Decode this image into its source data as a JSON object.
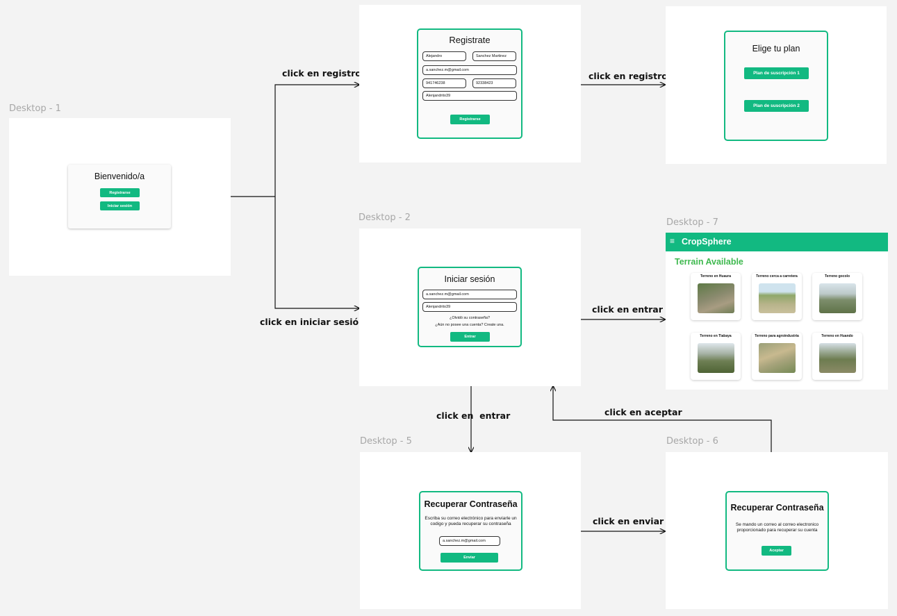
{
  "frames": {
    "d1": {
      "label": "Desktop - 1",
      "title": "Bienvenido/a",
      "btn_register": "Registrarse",
      "btn_login": "Iniciar sesión"
    },
    "d2": {
      "label": "Desktop - 2",
      "title": "Iniciar sesión",
      "email": "a.sanchez.m@gmail.com",
      "password": "Alenjandrito39",
      "forgot": "¿Olvidó su contraseña?",
      "no_account": "¿Aún no posee una cuenta? Create una.",
      "btn_enter": "Entrar"
    },
    "d3": {
      "title": "Registrate",
      "first_name": "Alejandro",
      "last_name": "Sanchez Martinez",
      "email": "a.sanchez.m@gmail.com",
      "phone1": "941746238",
      "phone2": "92338423",
      "password": "Alenjandrito39",
      "btn": "Registrarse"
    },
    "d4": {
      "title": "Elige tu plan",
      "plan1": "Plan de suscripción 1",
      "plan2": "Plan de suscripción 2"
    },
    "d5": {
      "label": "Desktop - 5",
      "title": "Recuperar Contraseña",
      "desc": "Escriba su correo electrónico para enviarle un codigo y pueda recuperar su contraseña",
      "email": "a.sanchez.m@gmail.com",
      "btn": "Enviar"
    },
    "d6": {
      "label": "Desktop - 6",
      "title": "Recuperar Contraseña",
      "desc": "Se mando un correo al correo electronico proporcionado para recuperar su cuenta",
      "btn": "Aceptar"
    },
    "d7": {
      "label": "Desktop - 7",
      "brand": "CropSphere",
      "menu_icon": "≡",
      "heading": "Terrain Available",
      "tiles": [
        {
          "title": "Terreno en Huaura"
        },
        {
          "title": "Terreno cerca a carretera"
        },
        {
          "title": "Terreno gocolo"
        },
        {
          "title": "Terreno en Tiabaya"
        },
        {
          "title": "Terreno para agroindustria"
        },
        {
          "title": "Terreno en Huando"
        }
      ]
    }
  },
  "connectors": {
    "reg_from_d1": "click en registro",
    "login_from_d1": "click en iniciar sesión",
    "reg_to_plan": "click en registro",
    "enter_to_d7": "click en entrar",
    "enter_to_d5": "click en  entrar",
    "send_to_d6": "click en enviar",
    "accept_to_d2": "click en aceptar"
  },
  "colors": {
    "accent": "#12b981",
    "canvas": "#f3f3f3",
    "heading_green": "#3fb94f"
  }
}
